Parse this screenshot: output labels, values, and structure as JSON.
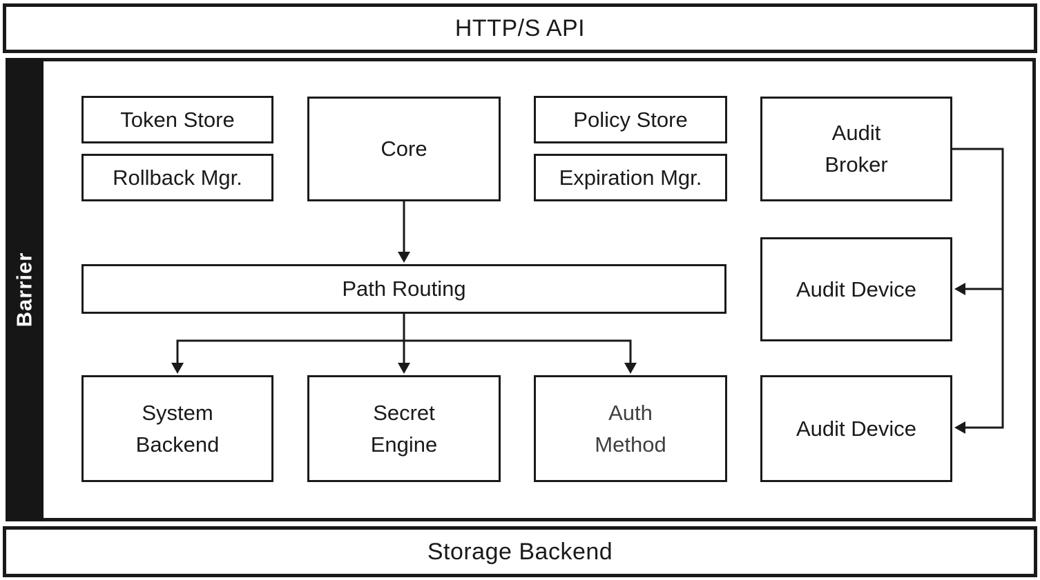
{
  "diagram": {
    "top_bar": {
      "label": "HTTP/S API"
    },
    "barrier_label": "Barrier",
    "bottom_bar": {
      "label": "Storage Backend"
    },
    "nodes": {
      "token_store": "Token Store",
      "rollback_mgr": "Rollback Mgr.",
      "core": "Core",
      "policy_store": "Policy Store",
      "expiration_mgr": "Expiration Mgr.",
      "audit_broker": "Audit\nBroker",
      "path_routing": "Path Routing",
      "audit_device_1": "Audit Device",
      "system_backend": "System\nBackend",
      "secret_engine": "Secret\nEngine",
      "auth_method": "Auth\nMethod",
      "audit_device_2": "Audit Device"
    },
    "edges": [
      {
        "from": "core",
        "to": "path_routing"
      },
      {
        "from": "path_routing",
        "to": "system_backend"
      },
      {
        "from": "path_routing",
        "to": "secret_engine"
      },
      {
        "from": "path_routing",
        "to": "auth_method"
      },
      {
        "from": "audit_broker",
        "to": "audit_device_1"
      },
      {
        "from": "audit_broker",
        "to": "audit_device_2"
      }
    ],
    "colors": {
      "line": "#1a1a1a",
      "barrier_bg": "#161616",
      "barrier_text": "#ffffff",
      "muted_text": "#3f3f3f",
      "background": "#ffffff"
    }
  }
}
